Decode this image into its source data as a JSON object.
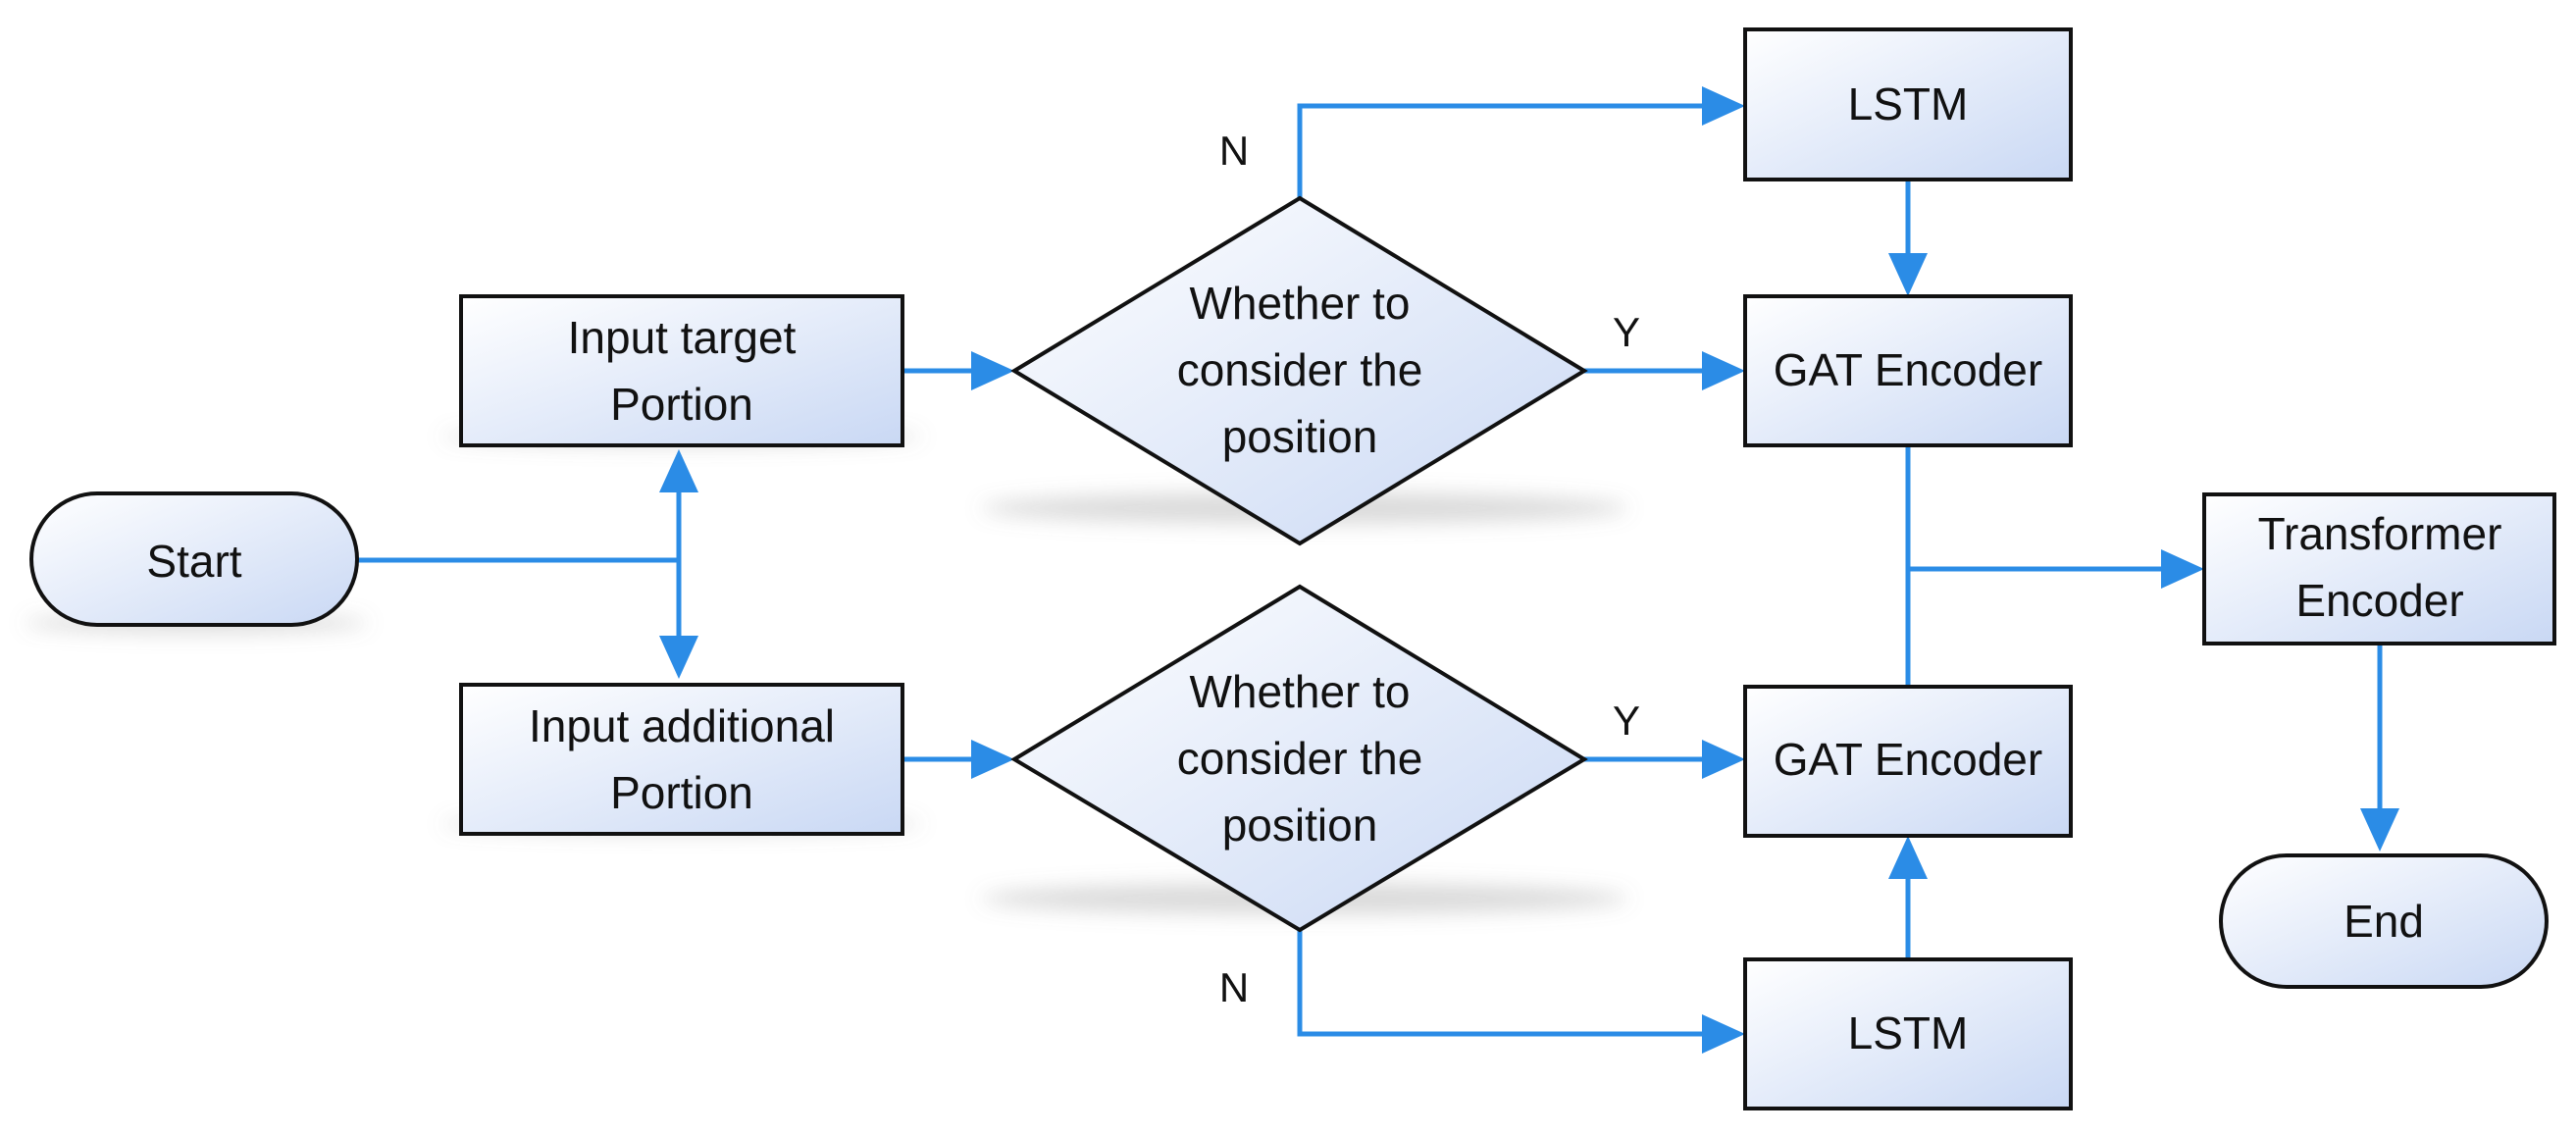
{
  "nodes": {
    "start": "Start",
    "input_target": [
      "Input target",
      "Portion"
    ],
    "input_additional": [
      "Input additional",
      "Portion"
    ],
    "decision_top": [
      "Whether to",
      "consider the",
      "position"
    ],
    "decision_bottom": [
      "Whether to",
      "consider the",
      "position"
    ],
    "lstm_top": "LSTM",
    "lstm_bottom": "LSTM",
    "gat_top": "GAT Encoder",
    "gat_bottom": "GAT Encoder",
    "transformer": [
      "Transformer",
      "Encoder"
    ],
    "end": "End"
  },
  "branch_labels": {
    "top_no": "N",
    "top_yes": "Y",
    "bottom_yes": "Y",
    "bottom_no": "N"
  },
  "colors": {
    "arrow": "#2b8ce6",
    "fill_light": "#ffffff",
    "fill_dark": "#c9d8f4",
    "outline": "#111111"
  }
}
